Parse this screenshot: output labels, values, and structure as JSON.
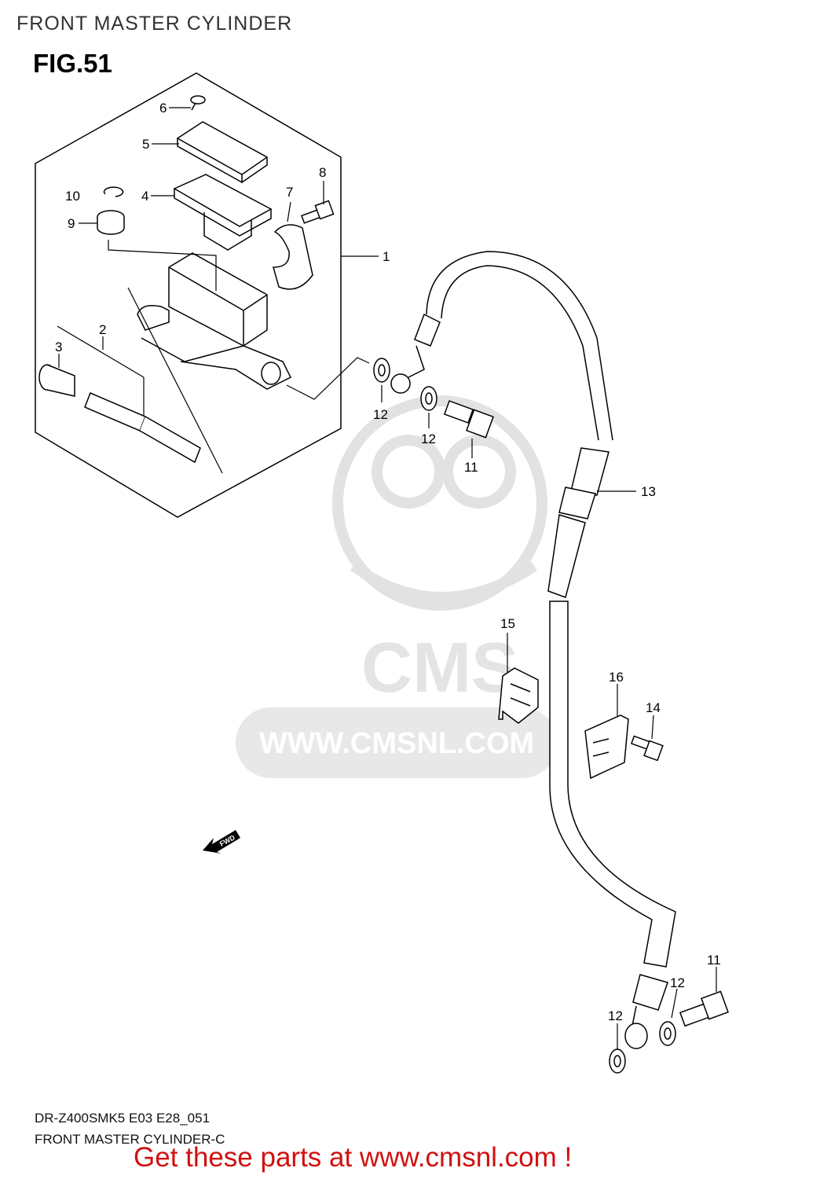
{
  "header": {
    "title": "FRONT MASTER CYLINDER"
  },
  "figure": {
    "label": "FIG.51"
  },
  "callouts": [
    {
      "id": "c1",
      "text": "1"
    },
    {
      "id": "c2",
      "text": "2"
    },
    {
      "id": "c3",
      "text": "3"
    },
    {
      "id": "c4",
      "text": "4"
    },
    {
      "id": "c5",
      "text": "5"
    },
    {
      "id": "c6",
      "text": "6"
    },
    {
      "id": "c7",
      "text": "7"
    },
    {
      "id": "c8",
      "text": "8"
    },
    {
      "id": "c9",
      "text": "9"
    },
    {
      "id": "c10",
      "text": "10"
    },
    {
      "id": "c11a",
      "text": "11"
    },
    {
      "id": "c11b",
      "text": "11"
    },
    {
      "id": "c12a",
      "text": "12"
    },
    {
      "id": "c12b",
      "text": "12"
    },
    {
      "id": "c12c",
      "text": "12"
    },
    {
      "id": "c12d",
      "text": "12"
    },
    {
      "id": "c13",
      "text": "13"
    },
    {
      "id": "c14",
      "text": "14"
    },
    {
      "id": "c15",
      "text": "15"
    },
    {
      "id": "c16",
      "text": "16"
    }
  ],
  "fwd_label": "FWD",
  "watermark": {
    "url_text": "WWW.CMSNL.COM",
    "logo_text": "CMS"
  },
  "footer": {
    "model_code": "DR-Z400SMK5 E03 E28_051",
    "section_name": "FRONT MASTER CYLINDER-C",
    "cta": "Get these parts at www.cmsnl.com !"
  },
  "colors": {
    "cta": "#d01010",
    "line": "#000000",
    "watermark": "#e4e4e4"
  }
}
